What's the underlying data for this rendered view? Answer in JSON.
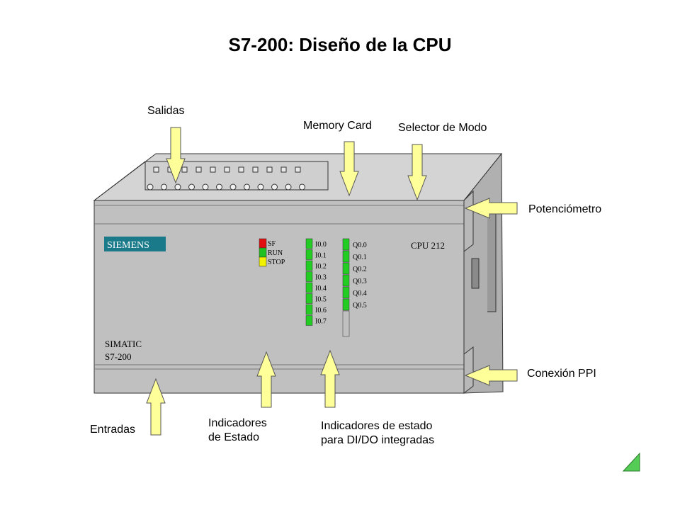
{
  "title": "S7-200:  Diseño de la CPU",
  "labels": {
    "salidas": "Salidas",
    "memory_card": "Memory Card",
    "selector_modo": "Selector de Modo",
    "potenciometro": "Potenciómetro",
    "conexion_ppi": "Conexión PPI",
    "entradas": "Entradas",
    "indicadores_estado": [
      "Indicadores",
      "de Estado"
    ],
    "indicadores_dido": [
      "Indicadores de estado",
      "para DI/DO integradas"
    ]
  },
  "plc": {
    "brand": "SIEMENS",
    "model": "CPU 212",
    "family": [
      "SIMATIC",
      "S7-200"
    ],
    "status_leds": [
      {
        "label": "SF",
        "color": "#e01010"
      },
      {
        "label": "RUN",
        "color": "#20c020"
      },
      {
        "label": "STOP",
        "color": "#f0f000"
      }
    ],
    "inputs": [
      "I0.0",
      "I0.1",
      "I0.2",
      "I0.3",
      "I0.4",
      "I0.5",
      "I0.6",
      "I0.7"
    ],
    "outputs": [
      "Q0.0",
      "Q0.1",
      "Q0.2",
      "Q0.3",
      "Q0.4",
      "Q0.5"
    ],
    "led_on_color": "#22cc22",
    "led_off_color": "#c0c0c0"
  },
  "colors": {
    "body_front": "#c0c0c0",
    "body_top": "#d4d4d4",
    "body_side": "#a8a8a8",
    "brand_bg": "#1a7a8a",
    "arrow_fill": "#ffff99",
    "arrow_stroke": "#555555",
    "corner_mark": "#55cc55"
  }
}
